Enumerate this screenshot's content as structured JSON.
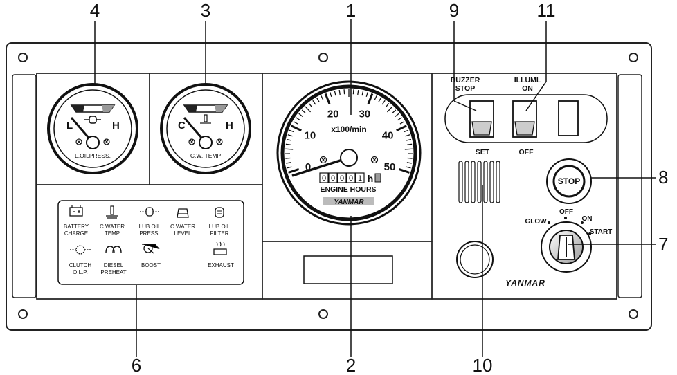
{
  "callouts": {
    "c1": "1",
    "c2": "2",
    "c3": "3",
    "c4": "4",
    "c6": "6",
    "c7": "7",
    "c8": "8",
    "c9": "9",
    "c10": "10",
    "c11": "11"
  },
  "tachometer": {
    "ticks": [
      "0",
      "10",
      "20",
      "30",
      "40",
      "50"
    ],
    "unit": "x100/min",
    "hour_digits": [
      "0",
      "0",
      "0",
      "0",
      "1"
    ],
    "hour_unit": "h",
    "caption": "ENGINE HOURS",
    "brand": "YANMAR"
  },
  "oil_gauge": {
    "low": "L",
    "high": "H",
    "label": "L.OILPRESS."
  },
  "water_gauge": {
    "low": "C",
    "high": "H",
    "label": "C.W. TEMP"
  },
  "warnings": [
    {
      "line1": "BATTERY",
      "line2": "CHARGE",
      "icon": "battery-icon"
    },
    {
      "line1": "C.WATER",
      "line2": "TEMP",
      "icon": "thermometer-icon"
    },
    {
      "line1": "LUB.OIL",
      "line2": "PRESS.",
      "icon": "oil-can-icon"
    },
    {
      "line1": "C.WATER",
      "line2": "LEVEL",
      "icon": "water-level-icon"
    },
    {
      "line1": "LUB.OIL",
      "line2": "FILTER",
      "icon": "oil-filter-icon"
    },
    {
      "line1": "CLUTCH",
      "line2": "OIL.P.",
      "icon": "clutch-icon"
    },
    {
      "line1": "DIESEL",
      "line2": "PREHEAT",
      "icon": "glow-plug-icon"
    },
    {
      "line1": "BOOST",
      "line2": "",
      "icon": "turbo-icon"
    },
    {
      "line1": "EXHAUST",
      "line2": "",
      "icon": "exhaust-icon"
    }
  ],
  "switches": {
    "buzzer_top1": "BUZZER",
    "buzzer_top2": "STOP",
    "buzzer_bottom": "SET",
    "illum_top1": "ILLUML",
    "illum_top2": "ON",
    "illum_bottom": "OFF"
  },
  "stop_button": "STOP",
  "key_switch": {
    "glow": "GLOW",
    "off": "OFF",
    "on": "ON",
    "start": "START"
  },
  "brand": "YANMAR"
}
